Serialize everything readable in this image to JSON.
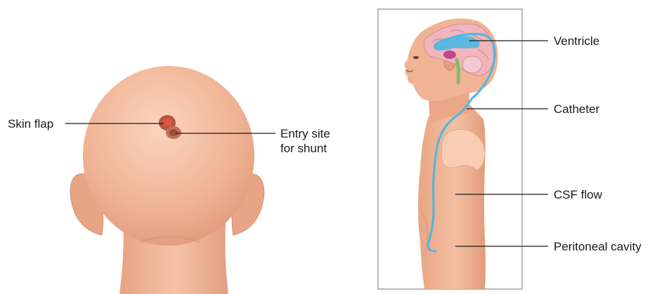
{
  "labels": {
    "skin_flap": "Skin flap",
    "entry_site_line1": "Entry site",
    "entry_site_line2": "for shunt",
    "ventricle": "Ventricle",
    "catheter": "Catheter",
    "csf_flow": "CSF flow",
    "peritoneal_cavity": "Peritoneal cavity"
  },
  "colors": {
    "skin": "#f0b394",
    "skin_shade": "#dc9474",
    "skin_light": "#fad0b8",
    "brain": "#f2b5bb",
    "ventricle_blue": "#4ab8e4",
    "leader_line": "#1a1a1a",
    "frame": "#8a8a8a"
  }
}
